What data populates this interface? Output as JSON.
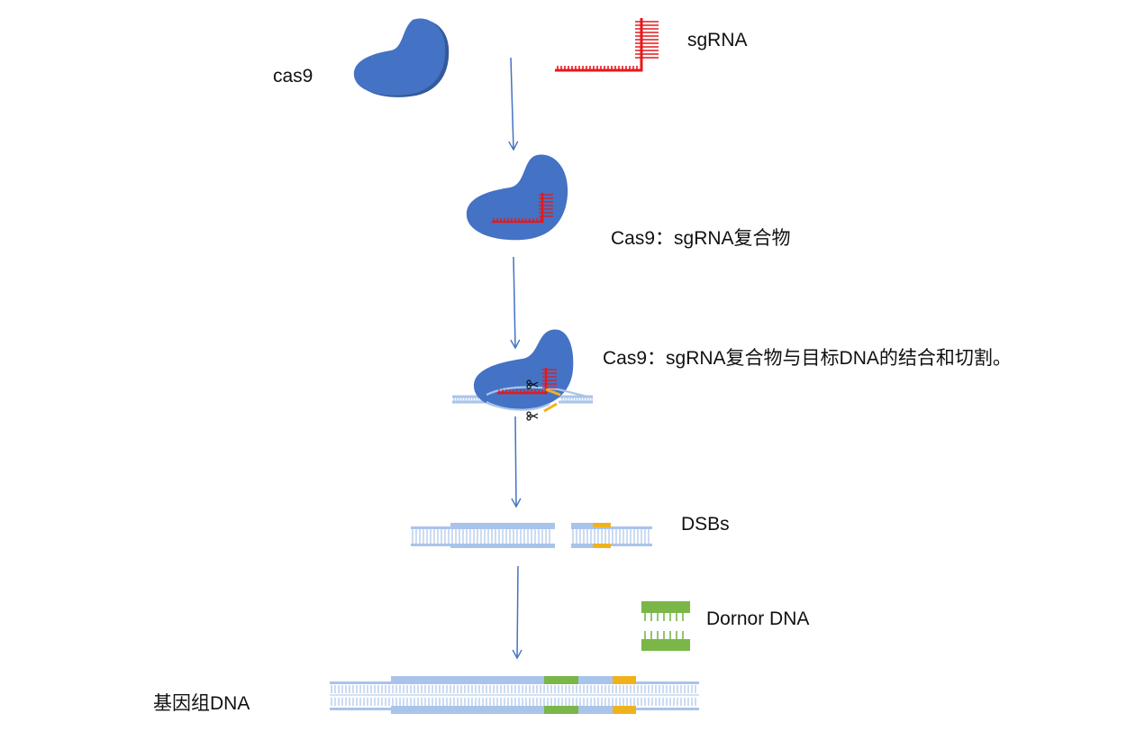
{
  "labels": {
    "cas9": "cas9",
    "sgrna": "sgRNA",
    "complex": "Cas9：sgRNA复合物",
    "binding": "Cas9：sgRNA复合物与目标DNA的结合和切割。",
    "dsbs": "DSBs",
    "donor": "Dornor DNA",
    "genomic": "基因组DNA"
  },
  "colors": {
    "protein": "#4472c4",
    "protein_shadow": "#35599a",
    "rna": "#e5191c",
    "dna": "#a9c4ea",
    "dna_dark": "#8fb0df",
    "donor": "#7ab648",
    "target": "#f0b21c",
    "arrow": "#4472c4"
  }
}
